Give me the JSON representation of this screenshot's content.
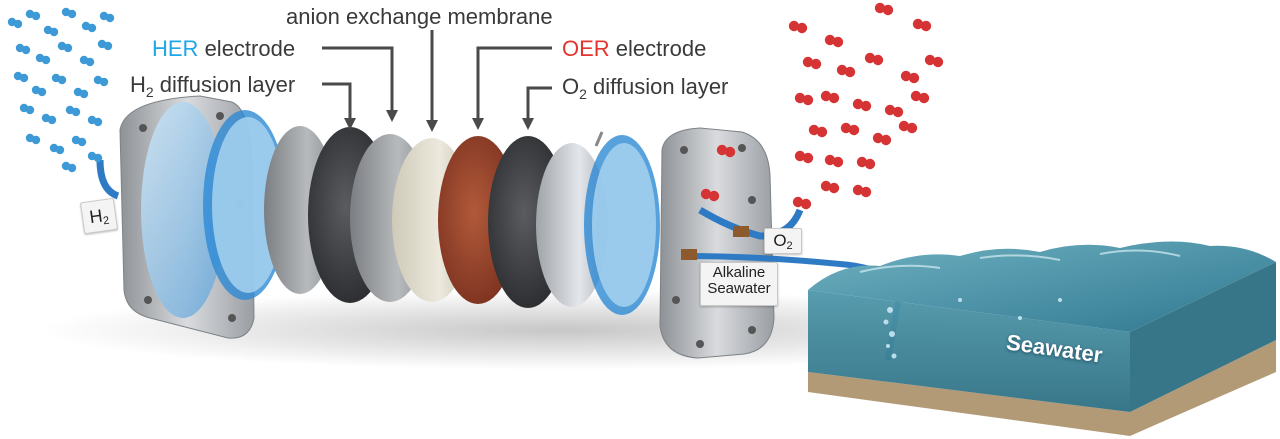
{
  "labels": {
    "anion_membrane": "anion exchange membrane",
    "her_prefix": "HER",
    "her_suffix": " electrode",
    "h2_diff_main": "H",
    "h2_diff_sub": "2",
    "h2_diff_rest": " diffusion layer",
    "oer_prefix": "OER",
    "oer_suffix": " electrode",
    "o2_diff_main": "O",
    "o2_diff_sub": "2",
    "o2_diff_rest": " diffusion layer"
  },
  "tags": {
    "h2_main": "H",
    "h2_sub": "2",
    "o2_main": "O",
    "o2_sub": "2",
    "alkaline_line1": "Alkaline",
    "alkaline_line2": "Seawater"
  },
  "seawater": {
    "title": "Seawater"
  },
  "colors": {
    "her_highlight": "#1ea7e6",
    "oer_highlight": "#e3342f",
    "hydrogen_molecule": "#3d9ad6",
    "oxygen_molecule": "#d63434",
    "plate_metal": "#b9bcc0",
    "water": "#3f8fa3",
    "sand": "#b39a77"
  }
}
